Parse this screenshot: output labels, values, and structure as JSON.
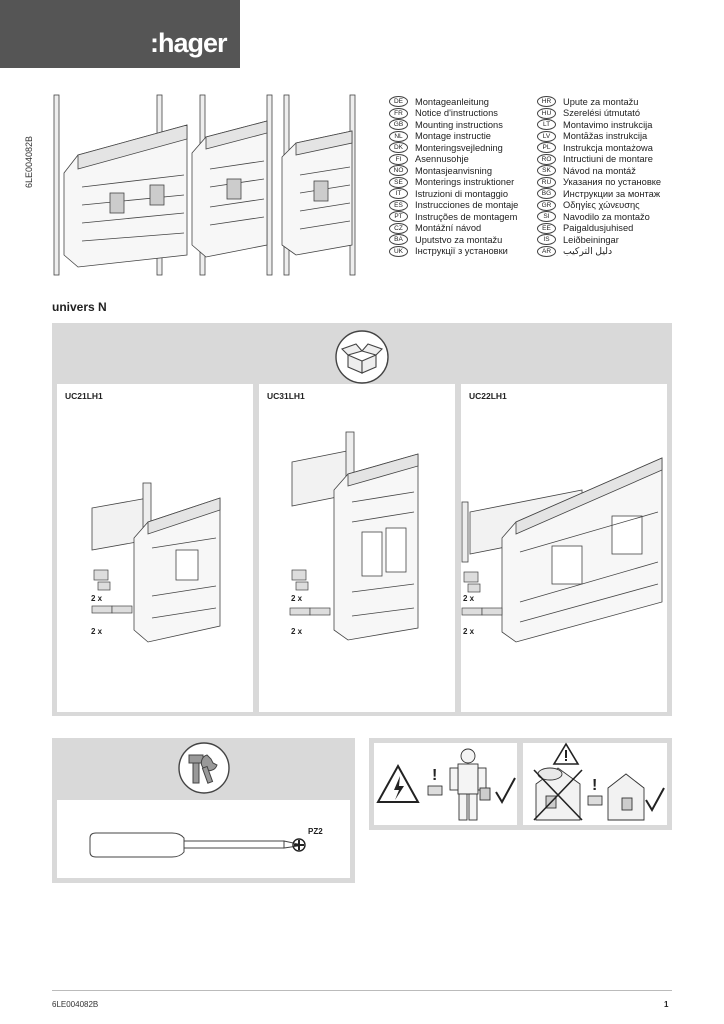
{
  "brand": {
    "logo": ":hager"
  },
  "document": {
    "code": "6LE004082B",
    "page": "1"
  },
  "product_line": "univers N",
  "languages_left": [
    {
      "code": "DE",
      "label": "Montageanleitung"
    },
    {
      "code": "FR",
      "label": "Notice d'instructions"
    },
    {
      "code": "GB",
      "label": "Mounting instructions"
    },
    {
      "code": "NL",
      "label": "Montage instructie"
    },
    {
      "code": "DK",
      "label": "Monteringsvejledning"
    },
    {
      "code": "FI",
      "label": "Asennusohje"
    },
    {
      "code": "NO",
      "label": "Montasjeanvisning"
    },
    {
      "code": "SE",
      "label": "Monterings instruktioner"
    },
    {
      "code": "IT",
      "label": "Istruzioni di montaggio"
    },
    {
      "code": "ES",
      "label": "Instrucciones de montaje"
    },
    {
      "code": "PT",
      "label": "Instruções de montagem"
    },
    {
      "code": "CZ",
      "label": "Montážní návod"
    },
    {
      "code": "BA",
      "label": "Uputstvo za montažu"
    },
    {
      "code": "UK",
      "label": "Інструкції з установки"
    }
  ],
  "languages_right": [
    {
      "code": "HR",
      "label": "Upute za montažu"
    },
    {
      "code": "HU",
      "label": "Szerelési útmutató"
    },
    {
      "code": "LT",
      "label": "Montavimo instrukcija"
    },
    {
      "code": "LV",
      "label": "Montāžas instrukcija"
    },
    {
      "code": "PL",
      "label": "Instrukcja montażowa"
    },
    {
      "code": "RO",
      "label": "Intructiuni de montare"
    },
    {
      "code": "SK",
      "label": "Návod na montáž"
    },
    {
      "code": "RU",
      "label": "Указания по установке"
    },
    {
      "code": "BG",
      "label": "Инструкции за монтаж"
    },
    {
      "code": "GR",
      "label": "Οδηγίες χώνευσης"
    },
    {
      "code": "SI",
      "label": "Navodilo za montažo"
    },
    {
      "code": "EE",
      "label": "Paigaldusjuhised"
    },
    {
      "code": "IS",
      "label": "Leiðbeiningar"
    },
    {
      "code": "AR",
      "label": "دليل التركيب"
    }
  ],
  "models": [
    {
      "label": "UC21LH1",
      "qty_1": "2 x",
      "qty_2": "2 x"
    },
    {
      "label": "UC31LH1",
      "qty_1": "2 x",
      "qty_2": "2 x"
    },
    {
      "label": "UC22LH1",
      "qty_1": "2 x",
      "qty_2": "2 x"
    }
  ],
  "tool": {
    "spec": "PZ2"
  },
  "icons": {
    "box": "open-box-icon",
    "tools": "wrench-hammer-icon",
    "electrical_warning": "high-voltage-warning-icon",
    "caution": "caution-triangle-icon"
  },
  "colors": {
    "logo_bg": "#555555",
    "panel_gray": "#d9d9d9",
    "text": "#222222"
  }
}
